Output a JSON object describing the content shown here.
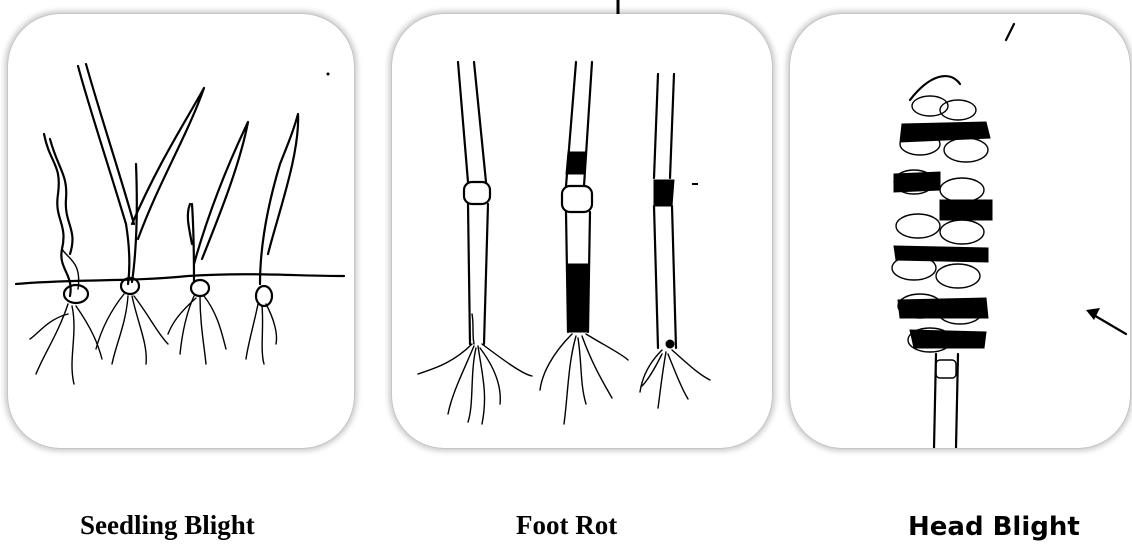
{
  "figure": {
    "panels": [
      {
        "caption": "Seedling Blight",
        "icon": "seedling-blight-drawing"
      },
      {
        "caption": "Foot Rot",
        "icon": "foot-rot-drawing"
      },
      {
        "caption": "Head Blight",
        "icon": "head-blight-drawing"
      }
    ]
  }
}
